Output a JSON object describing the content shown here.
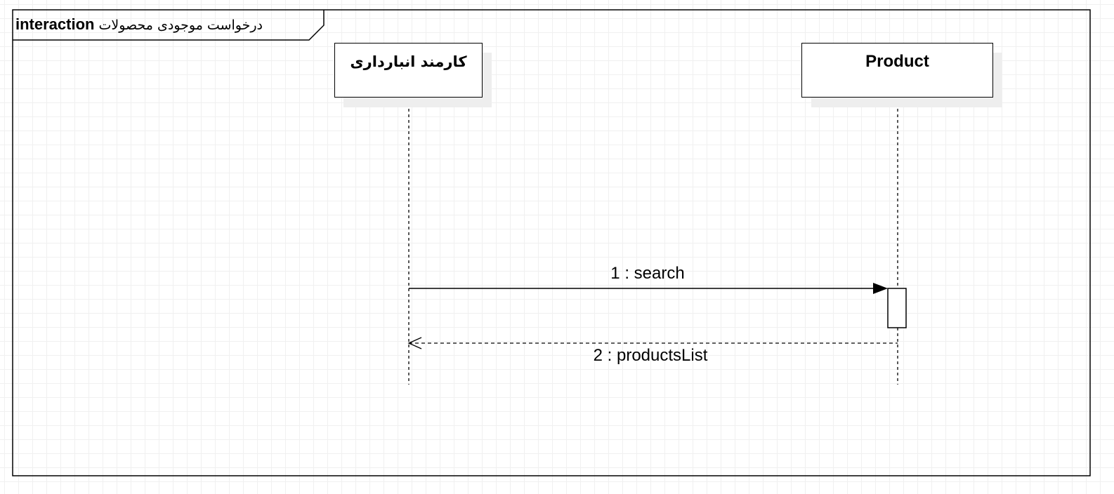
{
  "frame": {
    "keyword": "interaction",
    "name": "درخواست موجودی محصولات"
  },
  "lifelines": {
    "actor": {
      "label": "کارمند انبارداری"
    },
    "product": {
      "label": "Product"
    }
  },
  "messages": {
    "search": {
      "label": "1 : search"
    },
    "products_list": {
      "label": "2 : productsList"
    }
  }
}
